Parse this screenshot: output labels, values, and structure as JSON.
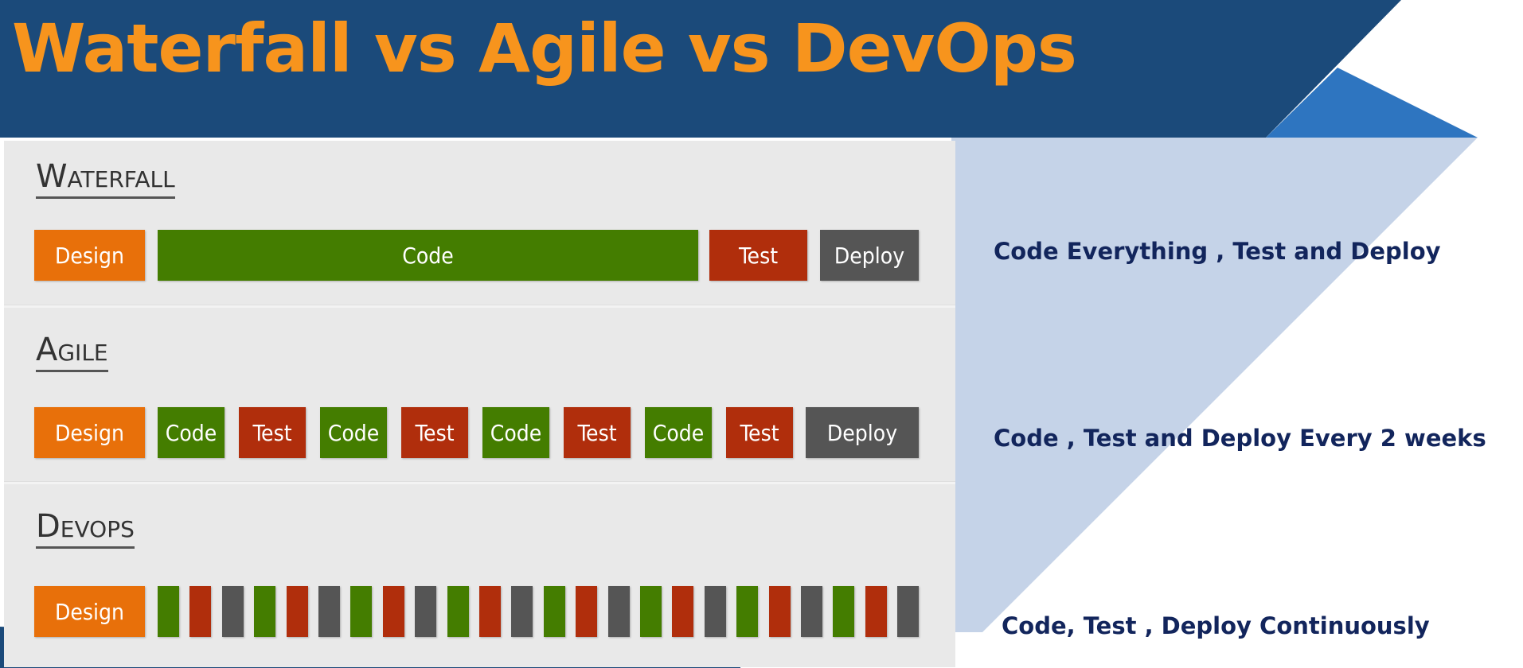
{
  "title": "Waterfall vs Agile vs DevOps",
  "colors": {
    "header_bg": "#1b4a7a",
    "title": "#f7941d",
    "design": "#e8700a",
    "code": "#447d00",
    "test": "#b02e0c",
    "deploy": "#555555",
    "description": "#12255c"
  },
  "models": [
    {
      "heading": "Waterfall",
      "description": "Code Everything , Test and Deploy",
      "blocks": [
        {
          "kind": "design",
          "label": "Design"
        },
        {
          "kind": "code",
          "label": "Code"
        },
        {
          "kind": "test",
          "label": "Test"
        },
        {
          "kind": "deploy",
          "label": "Deploy"
        }
      ]
    },
    {
      "heading": "Agile",
      "description": "Code , Test and Deploy Every 2 weeks",
      "blocks": [
        {
          "kind": "design",
          "label": "Design"
        },
        {
          "kind": "code",
          "label": "Code"
        },
        {
          "kind": "test",
          "label": "Test"
        },
        {
          "kind": "code",
          "label": "Code"
        },
        {
          "kind": "test",
          "label": "Test"
        },
        {
          "kind": "code",
          "label": "Code"
        },
        {
          "kind": "test",
          "label": "Test"
        },
        {
          "kind": "code",
          "label": "Code"
        },
        {
          "kind": "test",
          "label": "Test"
        },
        {
          "kind": "deploy",
          "label": "Deploy"
        }
      ]
    },
    {
      "heading": "Devops",
      "description": "Code, Test , Deploy Continuously",
      "blocks": [
        {
          "kind": "design",
          "label": "Design"
        },
        {
          "kind": "code",
          "label": ""
        },
        {
          "kind": "test",
          "label": ""
        },
        {
          "kind": "deploy",
          "label": ""
        },
        {
          "kind": "code",
          "label": ""
        },
        {
          "kind": "test",
          "label": ""
        },
        {
          "kind": "deploy",
          "label": ""
        },
        {
          "kind": "code",
          "label": ""
        },
        {
          "kind": "test",
          "label": ""
        },
        {
          "kind": "deploy",
          "label": ""
        },
        {
          "kind": "code",
          "label": ""
        },
        {
          "kind": "test",
          "label": ""
        },
        {
          "kind": "deploy",
          "label": ""
        },
        {
          "kind": "code",
          "label": ""
        },
        {
          "kind": "test",
          "label": ""
        },
        {
          "kind": "deploy",
          "label": ""
        },
        {
          "kind": "code",
          "label": ""
        },
        {
          "kind": "test",
          "label": ""
        },
        {
          "kind": "deploy",
          "label": ""
        },
        {
          "kind": "code",
          "label": ""
        },
        {
          "kind": "test",
          "label": ""
        },
        {
          "kind": "deploy",
          "label": ""
        },
        {
          "kind": "code",
          "label": ""
        },
        {
          "kind": "test",
          "label": ""
        },
        {
          "kind": "deploy",
          "label": ""
        }
      ]
    }
  ]
}
